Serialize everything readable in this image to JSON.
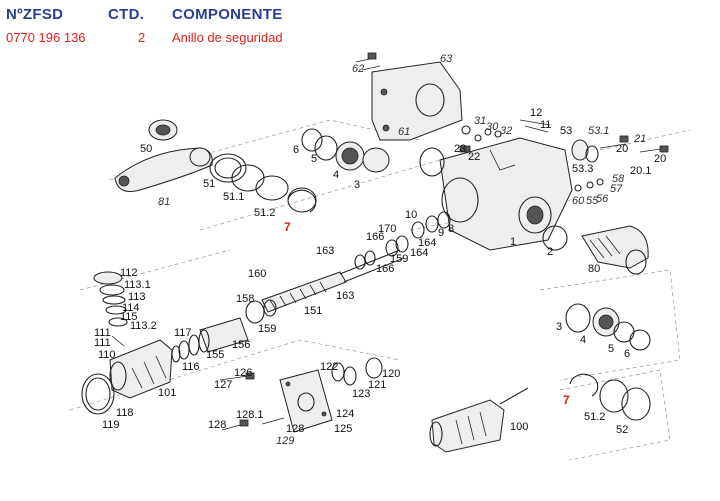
{
  "header": {
    "col_part": "NºZFSD",
    "col_qty": "CTD.",
    "col_component": "COMPONENTE"
  },
  "selected_row": {
    "part_number": "0770 196 136",
    "qty": "2",
    "component": "Anillo de seguridad"
  },
  "callouts": {
    "highlight": [
      "7",
      "7"
    ],
    "labels": [
      "50",
      "81",
      "51",
      "51.1",
      "51.2",
      "6",
      "5",
      "4",
      "3",
      "61",
      "62",
      "63",
      "31",
      "30",
      "32",
      "23",
      "22",
      "12",
      "11",
      "53",
      "53.1",
      "21",
      "20",
      "20",
      "20.1",
      "53.3",
      "58",
      "57",
      "56",
      "60",
      "55",
      "2",
      "1",
      "10",
      "9",
      "8",
      "170",
      "166",
      "164",
      "164",
      "159",
      "166",
      "163",
      "163",
      "160",
      "158",
      "151",
      "159",
      "80",
      "112",
      "113.1",
      "113",
      "114",
      "115",
      "113.2",
      "117",
      "116",
      "155",
      "156",
      "111",
      "111",
      "110",
      "101",
      "118",
      "119",
      "126",
      "127",
      "128.1",
      "128",
      "129",
      "128",
      "122",
      "121",
      "123",
      "120",
      "124",
      "125",
      "100",
      "3",
      "4",
      "5",
      "6",
      "51.2",
      "52"
    ]
  }
}
